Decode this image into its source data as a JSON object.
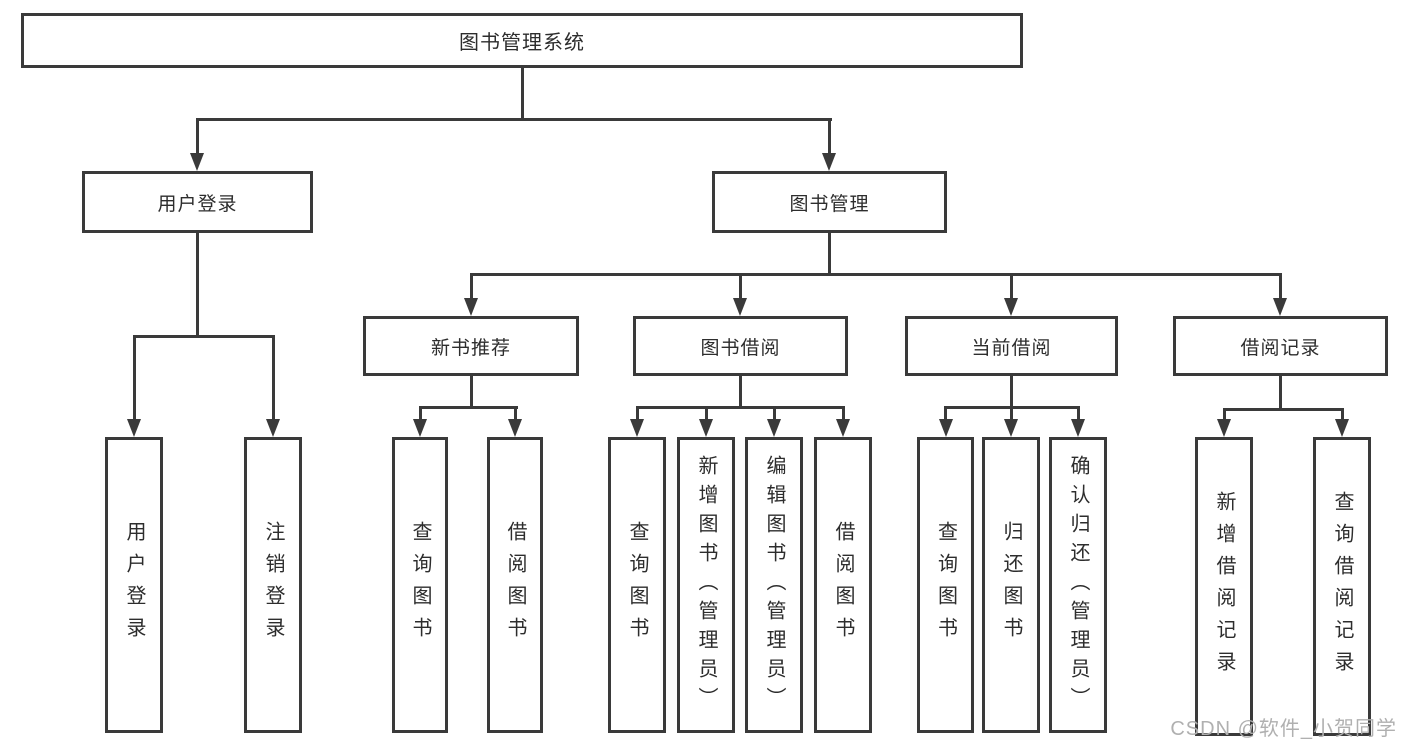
{
  "nodes": {
    "root": "图书管理系统",
    "user_login": "用户登录",
    "book_mgmt": "图书管理",
    "new_book": "新书推荐",
    "book_borrow": "图书借阅",
    "current_borrow": "当前借阅",
    "borrow_record": "借阅记录",
    "leaf_user_login": "用户登录",
    "leaf_logout": "注销登录",
    "leaf_nb_query": "查询图书",
    "leaf_nb_borrow": "借阅图书",
    "leaf_bb_query": "查询图书",
    "leaf_bb_add": "新增图书（管理员）",
    "leaf_bb_edit": "编辑图书（管理员）",
    "leaf_bb_borrow": "借阅图书",
    "leaf_cb_query": "查询图书",
    "leaf_cb_return": "归还图书",
    "leaf_cb_confirm": "确认归还（管理员）",
    "leaf_br_add": "新增借阅记录",
    "leaf_br_query": "查询借阅记录"
  },
  "watermark": "CSDN @软件_小贺同学",
  "colors": {
    "line": "#3a3a3a",
    "text": "#2d2d2d",
    "background": "#ffffff",
    "watermark": "#b0b0b0"
  }
}
